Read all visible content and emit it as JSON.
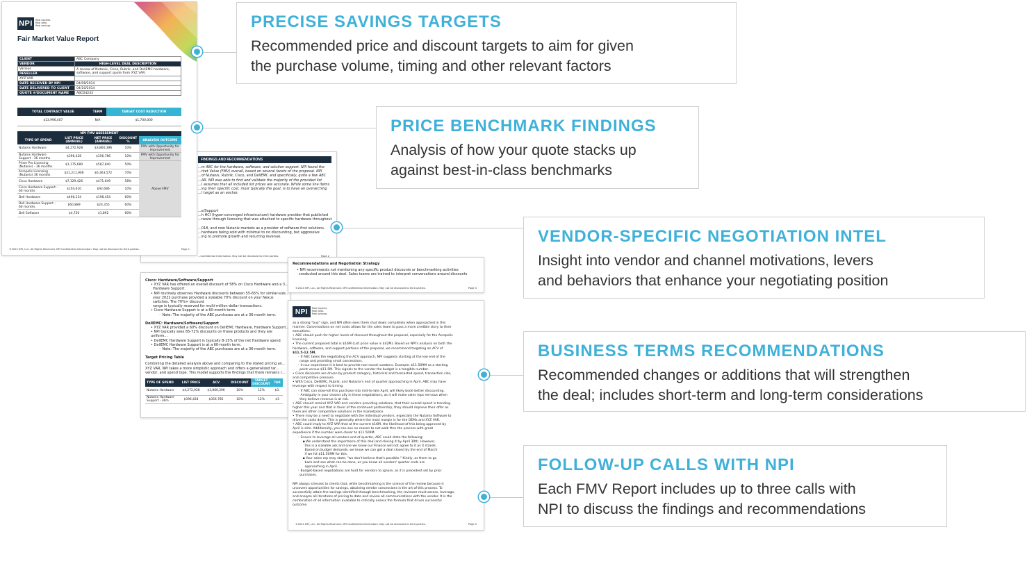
{
  "callouts": [
    {
      "title": "PRECISE SAVINGS TARGETS",
      "line1": "Recommended price and discount targets to aim for given",
      "line2": "the purchase volume, timing and other relevant factors"
    },
    {
      "title": "PRICE BENCHMARK FINDINGS",
      "line1": "Analysis of how your quote stacks up",
      "line2": "against best-in-class benchmarks"
    },
    {
      "title": "VENDOR-SPECIFIC NEGOTIATION INTEL",
      "line1": "Insight into vendor and channel motivations, levers",
      "line2": "and behaviors that enhance your negotiating position"
    },
    {
      "title": "BUSINESS TERMS RECOMMENDATIONS",
      "line1": "Recommended changes or additions that will strengthen",
      "line2": "the deal; includes short-term and long-term considerations"
    },
    {
      "title": "FOLLOW-UP CALLS WITH NPI",
      "line1": "Each FMV Report includes up to three calls with",
      "line2": "NPI to discuss the findings and recommendations"
    }
  ],
  "colors": {
    "accent": "#3fb1d9",
    "navy": "#1c2d3e"
  },
  "logo": {
    "text": "NPI",
    "tag1": "Real experts.",
    "tag2": "Real data.",
    "tag3": "Real savings."
  },
  "page1": {
    "title": "Fair Market Value Report",
    "info": {
      "client_k": "CLIENT",
      "client_v": "ABC Company",
      "vendor_k": "VENDOR",
      "desc_hdr": "HIGH-LEVEL DEAL DESCRIPTION",
      "vendor_v": "Various",
      "reseller_k": "RESELLER",
      "desc_v": "A review of Nutanix, Cisco, Rubrik, and DellEMC hardware, software, and support quote from XYZ VAR.",
      "reseller_v": "XYZ VAR",
      "recv_k": "DATE RECEIVED BY NPI",
      "recv_v": "04/08/2014",
      "deliv_k": "DATE DELIVERED TO CLIENT",
      "deliv_v": "04/10/2014",
      "quote_k": "QUOTE #/DOCUMENT NAME",
      "quote_v": "ABC04243"
    },
    "totals": {
      "h1": "TOTAL CONTRACT VALUE",
      "h2": "TERM",
      "h3": "TARGET COST REDUCTION",
      "v1": "$13,996,407",
      "v2": "N/A",
      "v3": "$1,700,000"
    },
    "fmv": {
      "title": "NPI FMV ASSESSMENT",
      "headers": [
        "TYPE OF SPEND",
        "LIST PRICE (ANNUAL)",
        "NET PRICE (ANNUAL)",
        "DISCOUNT %",
        "ANALYSIS OUTCOME"
      ],
      "rows": [
        [
          "Nutanix Hardware",
          "$4,272,928",
          "$3,860,396",
          "10%"
        ],
        [
          "Nutanix Hardware Support - 36 months",
          "$396,428",
          "$356,786",
          "10%"
        ],
        [
          "Prism Pro Licensing (Nutanix) - 36 months",
          "$1,175,680",
          "$587,840",
          "50%"
        ],
        [
          "Acropolis Licensing (Nutanix) 36 months",
          "$21,211,906",
          "$6,363,572",
          "70%"
        ],
        [
          "Cisco Hardware",
          "$7,129,426",
          "$471,649",
          "58%"
        ],
        [
          "Cisco Hardware Support - 60 months",
          "$104,610",
          "$92,686",
          "10%"
        ],
        [
          "Dell Hardware",
          "$496,134",
          "$198,454",
          "60%"
        ],
        [
          "Dell Hardware Support - 60 months",
          "$60,889",
          "$24,355",
          "60%"
        ],
        [
          "Dell Software",
          "$4,726",
          "$1,892",
          "60%"
        ]
      ],
      "outcome1": "FMV with Opportunity for Improvement",
      "outcome2": "FMV with Opportunity for Improvement",
      "outcome3": "Above FMV"
    },
    "footer_left": "©2024 NPI, LLC. All Rights Reserved. NPI Confidential Information. May not be disclosed to third parties.",
    "footer_right": "Page 1"
  },
  "page2": {
    "header": "FINDINGS AND RECOMMENDATIONS",
    "l1": "...m ABC for the hardware, software, and solution support. NPI found the",
    "l2": "...rket Value (FMV) overall, based on several facets of the proposal. NPI",
    "l3": "...of Nutanix, Rubrik, Cisco, and DellEMC and specifically, quite a few ABC",
    "l4": "...AR. NPI was able to find and validate the majority of the provided list",
    "l5": "...I assumes that all included list prices are accurate. While some line items",
    "l6": "...ing their specific cost, most typically the goal, is to have an overarching",
    "l7": "...l target as an anchor.",
    "s1": "...e/Support",
    "l8": "...h HCI (hyper-converged infrastructure) hardware provider that published",
    "l9": "...rware through licensing that was attached to specific hardware throughout",
    "l10": "...018, and now Nutanix markets as a provider of software first solutions.",
    "l11": "...hardware being sold with minimal to no discounting, but aggressive",
    "l12": "...ing to promote growth and recurring revenue.",
    "footer_left": "...Confidential Information. May not be disclosed to third parties.",
    "footer_right": "Page 2"
  },
  "page3": {
    "cisco_h": "Cisco: Hardware/Software/Support",
    "c1": "XYZ VAR has offered an overall discount of 58% on Cisco Hardware and a 3...",
    "c1b": "Hardware Support.",
    "c2": "NPI routinely observes Hardware discounts between 55-65% for similar-size...",
    "c2b": "your 2022 purchase provided a sizeable 70% discount on your Nexus switches. The 70%+ discount",
    "c2c": "range is typically reserved for multi-million-dollar transactions.",
    "c3": "Cisco Hardware Support is at a 60-month term.",
    "c3a": "Note: The majority of the ABC purchases are at a 36-month term.",
    "dell_h": "DellEMC: Hardware/Software/Support",
    "d1": "XYZ VAR provided a 60% discount on DellEMC Hardware, Hardware Support...",
    "d2": "NPI typically sees 65-72% discounts on these products and they are uniform...",
    "d3": "DellEMC Hardware Support is typically 8-15% of the net Hardware spend.",
    "d4": "DellEMC Hardware Support is at a 60-month term.",
    "d4a": "Note: The majority of the ABC purchases are at a 36-month term.",
    "tpt": "Target Pricing Table",
    "t1": "Combining the detailed analysis above and comparing to the stated pricing an...",
    "t2": "XYZ VAR, NPI takes a more simplistic approach and offers a generalized tar...",
    "t3": "vendor, and spend type. This model supports the findings that there remains r...",
    "headers": [
      "TYPE OF SPEND",
      "LIST PRICE",
      "ACV",
      "DISCOUNT",
      "TARGET DISCOUNT",
      "TAR"
    ],
    "rows": [
      [
        "Nutanix Hardware",
        "$4,272,928",
        "$3,860,396",
        "10%",
        "12%",
        "$3,"
      ],
      [
        "Nutanix Hardware Support - 36m",
        "$396,428",
        "$356,785",
        "10%",
        "12%",
        "$3"
      ]
    ]
  },
  "page4": {
    "h": "Recommendations and Negotiation Strategy",
    "l1": "NPI recommends not mentioning any specific product discounts or benchmarking activities",
    "l2": "conducted around this deal. Sales teams are trained to interpret conversations around discounts",
    "footer_left": "©2024 NPI, LLC. All Rights Reserved. NPI Confidential Information. May not be disclosed to third parties.",
    "footer_right": "Page 4"
  },
  "page5": {
    "lines": [
      "as a strong \"buy\" sign, and NPI often sees them shut down completely when approached in this",
      "manner. Conversations on net costs allows for the sales team to pass a more credible story to their",
      "executives.",
      "• ABC should push for higher levels of discount throughout the proposal, especially for the Acropolis",
      "licensing.",
      "• The current proposed total is $16M (List price value is $42M). Based on NPI's analysis on both the",
      "hardware, software, and support portions of the proposal, we recommend targeting an ACV of",
      "$11.5-12.5M.",
      "     ◦ If ABC takes the negotiating the ACV approach, NPI suggests starting at the low end of the",
      "       range and providing small concessions.",
      "     ◦ In our experience it is best to provide non-round numbers. Example: $11.509M as a starting",
      "       point versus $11.5M. This signals to the vendor the budget is a tangible number.",
      "• Cisco discounts are driven by product category, historical and forecasted spend, transaction size,",
      "and competitive pressure.",
      "• With Cisco, DellEMC, Rubrik, and Nutanix's end of quarter approaching in April, ABC may have",
      "leverage with respect to timing.",
      "     ◦ If ABC can slow-roll this purchase into mid-to-late April, will likely bode better discounting.",
      "     ◦ Ambiguity is your closest ally in these negotiations, as it will make sales reps nervous when",
      "       they believe revenue is at risk.",
      "• ABC should remind XYZ VAR and vendors providing solutions, that their overall spend is trending",
      "higher this year and that in favor of the continued partnership, they should improve their offer as",
      "there are other competitive solutions in the marketplace.",
      "• There may be a need to negotiate with the individual vendors, especially the Nutanix Software to",
      "drive the costs down. This is generally where the most margin is for the OEMs and XYZ VAR.",
      "• ABC could imply to XYZ VAR that at the current $16M, the likelihood of this being approved by",
      "April is slim. Additionally, you can see no reason to not walk thru the process with great",
      "expedience if the number were closer to $11.509M.",
      "     ◦ Ensure to leverage all vendors end of quarter, ABC could state the following:",
      "          ▪ We understand the importance of this deal and closing it by April 30th. However,",
      "            this is a sizeable ask and one we know our Finance will not agree to it as it stands.",
      "            Based on budget demands, we know we can get a deal closed by the end of March",
      "            if we hit $11.509M for this.",
      "          ▪ Your sales rep may state, \"we don't believe that's possible.\" Kindly, as them to go",
      "            back and see what can be done, as you know all vendors' quarter ends are",
      "            approaching in April.",
      "     ◦ Budget-based negotiations are hard for vendors to ignore, as it is precedent set by prior",
      "       purchases.",
      "",
      "NPI always stresses to clients that, while benchmarking is the science of the review because it",
      "uncovers opportunities for savings, obtaining vendor concessions is the art of this process. To",
      "successfully attain the savings identified through benchmarking, the reviewer must assess, leverage,",
      "and analyze all iterations of pricing to date and review all communications with the vendor. It is the",
      "combination of all information available to critically assess the formula that drives successful",
      "outcome."
    ],
    "footer_left": "©2024 NPI, LLC. All Rights Reserved. NPI Confidential Information. May not be disclosed to third parties.",
    "footer_right": "Page 5"
  }
}
